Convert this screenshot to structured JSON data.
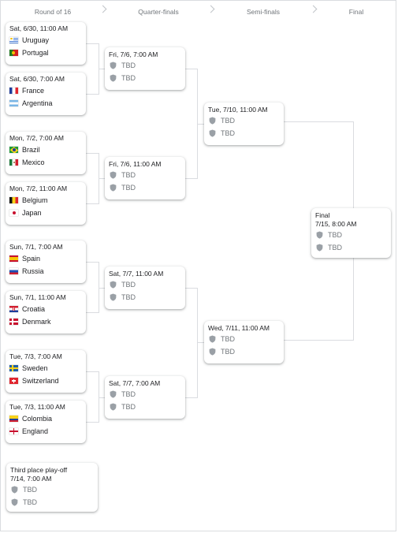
{
  "headers": {
    "round_of_16": "Round of 16",
    "quarter_finals": "Quarter-finals",
    "semi_finals": "Semi-finals",
    "final": "Final"
  },
  "round_of_16": [
    {
      "date": "Sat, 6/30, 11:00 AM",
      "teams": [
        {
          "name": "Uruguay",
          "flag": "uruguay-flag"
        },
        {
          "name": "Portugal",
          "flag": "portugal-flag"
        }
      ]
    },
    {
      "date": "Sat, 6/30, 7:00 AM",
      "teams": [
        {
          "name": "France",
          "flag": "france-flag"
        },
        {
          "name": "Argentina",
          "flag": "argentina-flag"
        }
      ]
    },
    {
      "date": "Mon, 7/2, 7:00 AM",
      "teams": [
        {
          "name": "Brazil",
          "flag": "brazil-flag"
        },
        {
          "name": "Mexico",
          "flag": "mexico-flag"
        }
      ]
    },
    {
      "date": "Mon, 7/2, 11:00 AM",
      "teams": [
        {
          "name": "Belgium",
          "flag": "belgium-flag"
        },
        {
          "name": "Japan",
          "flag": "japan-flag"
        }
      ]
    },
    {
      "date": "Sun, 7/1, 7:00 AM",
      "teams": [
        {
          "name": "Spain",
          "flag": "spain-flag"
        },
        {
          "name": "Russia",
          "flag": "russia-flag"
        }
      ]
    },
    {
      "date": "Sun, 7/1, 11:00 AM",
      "teams": [
        {
          "name": "Croatia",
          "flag": "croatia-flag"
        },
        {
          "name": "Denmark",
          "flag": "denmark-flag"
        }
      ]
    },
    {
      "date": "Tue, 7/3, 7:00 AM",
      "teams": [
        {
          "name": "Sweden",
          "flag": "sweden-flag"
        },
        {
          "name": "Switzerland",
          "flag": "switzerland-flag"
        }
      ]
    },
    {
      "date": "Tue, 7/3, 11:00 AM",
      "teams": [
        {
          "name": "Colombia",
          "flag": "colombia-flag"
        },
        {
          "name": "England",
          "flag": "england-flag"
        }
      ]
    }
  ],
  "quarter_finals": [
    {
      "date": "Fri, 7/6, 7:00 AM",
      "teams": [
        "TBD",
        "TBD"
      ]
    },
    {
      "date": "Fri, 7/6, 11:00 AM",
      "teams": [
        "TBD",
        "TBD"
      ]
    },
    {
      "date": "Sat, 7/7, 11:00 AM",
      "teams": [
        "TBD",
        "TBD"
      ]
    },
    {
      "date": "Sat, 7/7, 7:00 AM",
      "teams": [
        "TBD",
        "TBD"
      ]
    }
  ],
  "semi_finals": [
    {
      "date": "Tue, 7/10, 11:00 AM",
      "teams": [
        "TBD",
        "TBD"
      ]
    },
    {
      "date": "Wed, 7/11, 11:00 AM",
      "teams": [
        "TBD",
        "TBD"
      ]
    }
  ],
  "final": {
    "label": "Final",
    "date": "7/15, 8:00 AM",
    "teams": [
      "TBD",
      "TBD"
    ]
  },
  "third_place": {
    "label": "Third place play-off",
    "date": "7/14, 7:00 AM",
    "teams": [
      "TBD",
      "TBD"
    ]
  },
  "icons": {
    "tbd": "shield-icon",
    "separator": "chevron-right-icon"
  },
  "colors": {
    "connector": "#dadce0",
    "header_text": "#70757a",
    "tbd_text": "#70757a",
    "shield": "#9aa0a6"
  }
}
